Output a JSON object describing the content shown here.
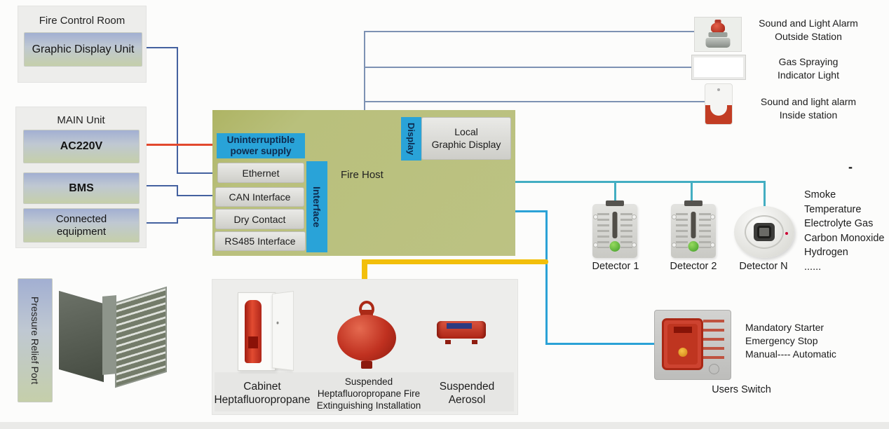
{
  "colors": {
    "accent_blue": "#29a3d8",
    "host_green": "#b9c07c",
    "line_navy": "#44619f",
    "line_red": "#e2492e",
    "line_steel": "#7d92b3",
    "line_teal": "#43aec2",
    "line_cyan": "#2ba2d6",
    "line_yellow": "#f2bf0b"
  },
  "fire_control_room": {
    "title": "Fire Control Room",
    "unit_label": "Graphic Display Unit"
  },
  "main_unit": {
    "title": "MAIN Unit",
    "power_label": "AC220V",
    "bms_label": "BMS",
    "connected_label": "Connected\nequipment"
  },
  "pressure_relief": {
    "label": "Pressure Relief Port"
  },
  "fire_host": {
    "label": "Fire Host",
    "ups_label": "Uninterruptible\npower supply",
    "interface_tab": "Interface",
    "ports": [
      {
        "label": "Ethernet"
      },
      {
        "label": "CAN Interface"
      },
      {
        "label": "Dry Contact"
      },
      {
        "label": "RS485 Interface"
      }
    ],
    "display_tab": "Display",
    "local_display_label": "Local\nGraphic Display"
  },
  "alarm_outputs": [
    {
      "icon": "beacon-alarm",
      "label": "Sound and Light Alarm\nOutside Station"
    },
    {
      "icon": "indicator-light",
      "label": "Gas Spraying\nIndicator Light"
    },
    {
      "icon": "wall-sounder",
      "label": "Sound and light alarm\nInside station"
    }
  ],
  "detectors": {
    "labels": [
      "Detector 1",
      "Detector 2",
      "Detector N"
    ],
    "dash": "-",
    "sensed": "Smoke\nTemperature\nElectrolyte Gas\nCarbon Monoxide\nHydrogen\n......"
  },
  "users_switch": {
    "label": "Users Switch",
    "functions": "Mandatory Starter\nEmergency Stop\nManual---- Automatic"
  },
  "suppression": {
    "items": [
      {
        "icon": "cabinet-extinguisher",
        "label": "Cabinet\nHeptafluoropropane"
      },
      {
        "icon": "suspended-sphere",
        "label": "Suspended\nHeptafluoropropane Fire\nExtinguishing Installation"
      },
      {
        "icon": "suspended-aerosol",
        "label": "Suspended\nAerosol"
      }
    ]
  }
}
